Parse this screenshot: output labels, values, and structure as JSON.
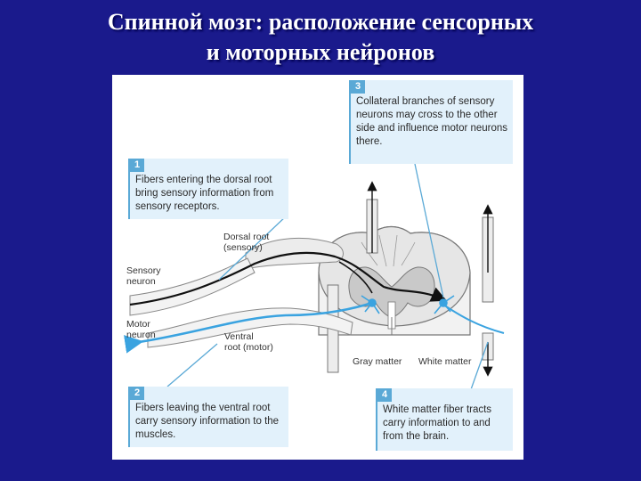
{
  "title": {
    "line1": "Спинной мозг: расположение сенсорных",
    "line2": "и моторных нейронов"
  },
  "callouts": [
    {
      "num": "1",
      "text": "Fibers entering the dorsal root bring sensory information from sensory receptors."
    },
    {
      "num": "2",
      "text": "Fibers leaving the ventral root carry sensory information to the muscles."
    },
    {
      "num": "3",
      "text": "Collateral branches of sensory neurons may cross to the other side and influence motor neurons there."
    },
    {
      "num": "4",
      "text": "White matter fiber tracts carry information to and from the brain."
    }
  ],
  "labels": {
    "dorsal_root_1": "Dorsal root",
    "dorsal_root_2": "(sensory)",
    "sensory_neuron_1": "Sensory",
    "sensory_neuron_2": "neuron",
    "motor_neuron_1": "Motor",
    "motor_neuron_2": "neuron",
    "ventral_root_1": "Ventral",
    "ventral_root_2": "root (motor)",
    "gray_matter": "Gray matter",
    "white_matter": "White matter"
  },
  "colors": {
    "background": "#1a1a8c",
    "callout_fill": "#e2f1fb",
    "accent_blue": "#5aa9d6",
    "motor_fiber": "#3aa3e0",
    "sensory_fiber": "#111111"
  }
}
